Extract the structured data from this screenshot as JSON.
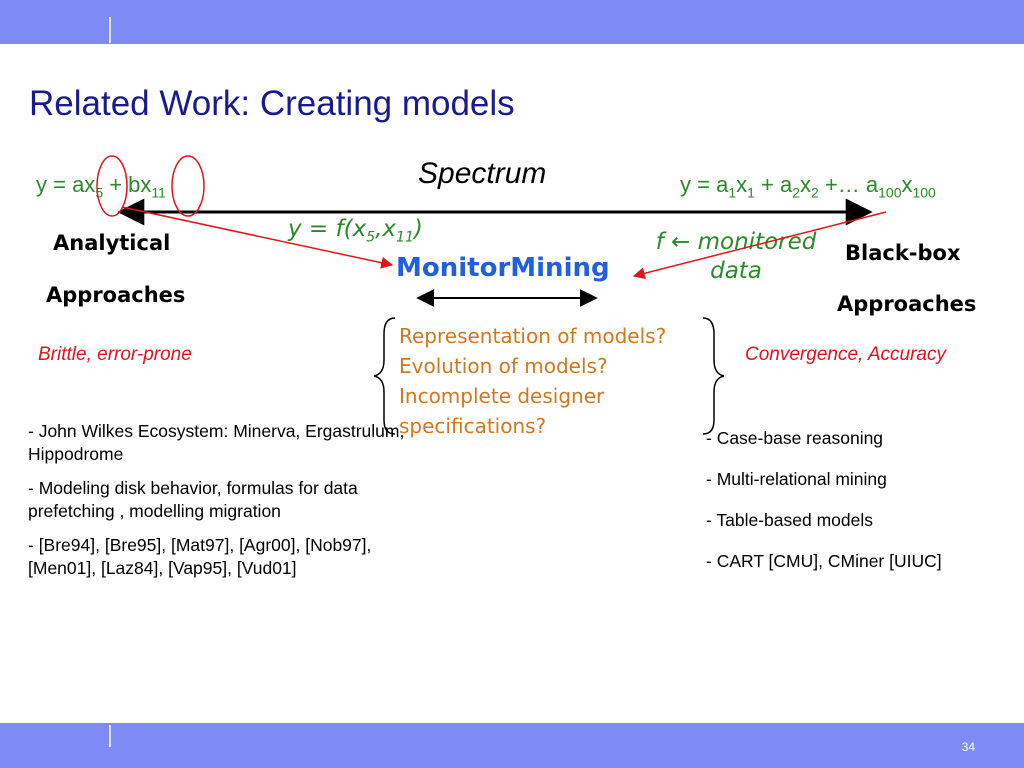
{
  "page_number": "34",
  "title": "Related Work: Creating models",
  "spectrum_label": "Spectrum",
  "left_equation": {
    "y": "y = ax",
    "s1": "5",
    "mid": " + bx",
    "s2": "11"
  },
  "right_equation": {
    "p1": "y = a",
    "s1": "1",
    "p2": "x",
    "s2": "1",
    "p3": " + a",
    "s3": "2",
    "p4": "x",
    "s4": "2",
    "p5": " +… a",
    "s5": "100",
    "p6": "x",
    "s6": "100"
  },
  "middle_equation": {
    "p1": "y = f(x",
    "s1": "5",
    "p2": ",x",
    "s2": "11",
    "p3": ")"
  },
  "analytical": {
    "line1": "Analytical",
    "line2": "Approaches"
  },
  "blackbox": {
    "line1": "Black-box",
    "line2": "Approaches"
  },
  "monitor_mining": "MonitorMining",
  "monitored_data": {
    "line1": "f ← monitored",
    "line2": "data"
  },
  "brittle": "Brittle, error-prone",
  "convergence": "Convergence, Accuracy",
  "questions": [
    "Representation of models?",
    "Evolution of models?",
    "Incomplete designer",
    "specifications?"
  ],
  "left_list": [
    "- John Wilkes Ecosystem: Minerva, Ergastrulum, Hippodrome",
    "- Modeling disk behavior, formulas for data prefetching , modelling migration",
    "- [Bre94], [Bre95], [Mat97], [Agr00], [Nob97], [Men01], [Laz84], [Vap95], [Vud01]"
  ],
  "right_list": [
    "- Case-base reasoning",
    "- Multi-relational mining",
    "- Table-based models",
    "- CART [CMU], CMiner [UIUC]"
  ],
  "colors": {
    "band": "#7f8bf5",
    "title": "#1a1a8c",
    "equation": "#2a8a2a",
    "red": "#e0141b",
    "monitor": "#1f5fe0",
    "questions": "#d2781a"
  }
}
